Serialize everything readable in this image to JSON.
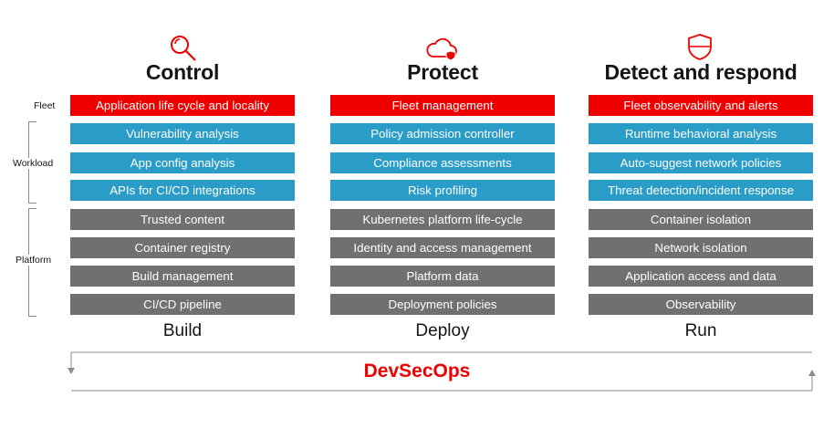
{
  "row_labels": {
    "fleet": "Fleet",
    "workload": "Workload",
    "platform": "Platform"
  },
  "columns": [
    {
      "title": "Control",
      "icon": "magnifier-icon",
      "fleet": "Application life cycle and locality",
      "workload": [
        "Vulnerability analysis",
        "App config analysis",
        "APIs for CI/CD integrations"
      ],
      "platform": [
        "Trusted content",
        "Container registry",
        "Build management",
        "CI/CD pipeline"
      ],
      "footer": "Build"
    },
    {
      "title": "Protect",
      "icon": "cloud-shield-icon",
      "fleet": "Fleet management",
      "workload": [
        "Policy admission controller",
        "Compliance assessments",
        "Risk profiling"
      ],
      "platform": [
        "Kubernetes platform life-cycle",
        "Identity and access management",
        "Platform data",
        "Deployment policies"
      ],
      "footer": "Deploy"
    },
    {
      "title": "Detect and respond",
      "icon": "shield-icon",
      "fleet": "Fleet observability and alerts",
      "workload": [
        "Runtime behavioral analysis",
        "Auto-suggest network policies",
        "Threat detection/incident response"
      ],
      "platform": [
        "Container isolation",
        "Network isolation",
        "Application access and data",
        "Observability"
      ],
      "footer": "Run"
    }
  ],
  "cycle_label": "DevSecOps",
  "colors": {
    "fleet": "#ee0000",
    "workload": "#2a9cc8",
    "platform": "#707070",
    "accent": "#ee0000"
  }
}
